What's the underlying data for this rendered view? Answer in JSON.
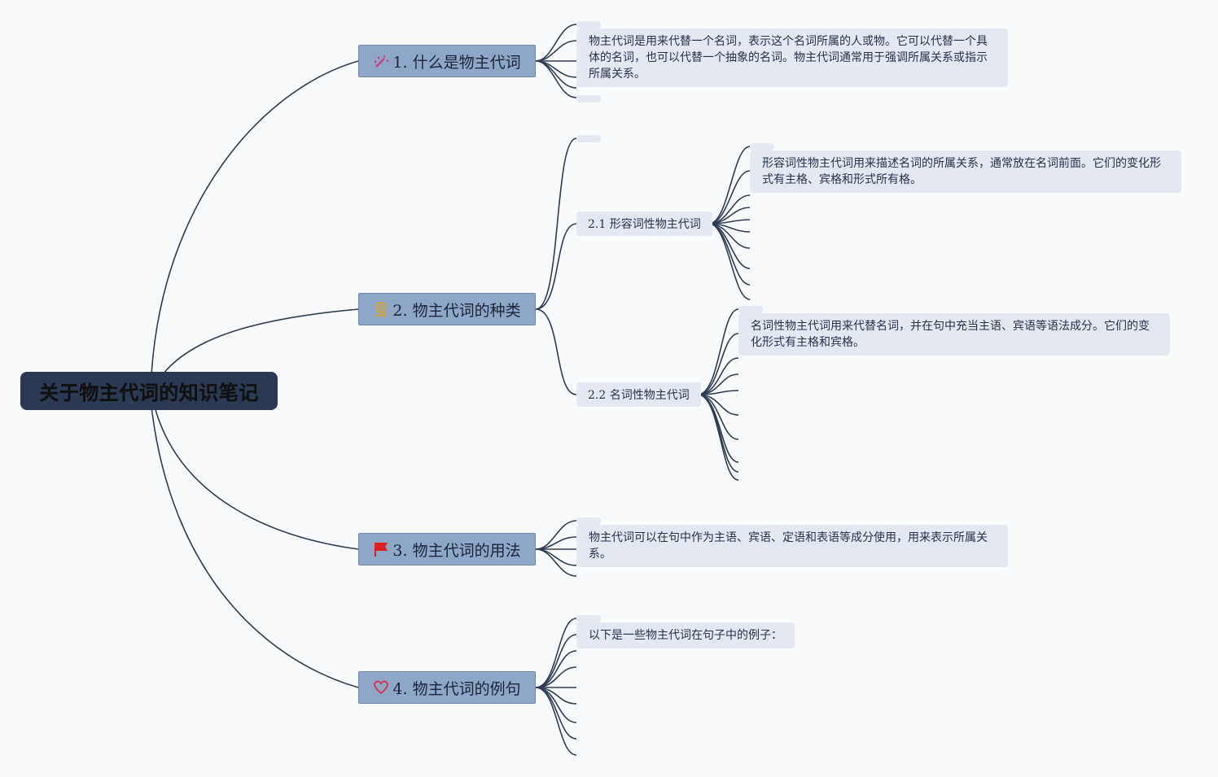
{
  "root": {
    "title": "关于物主代词的知识笔记"
  },
  "branches": [
    {
      "label": "1. 什么是物主代词",
      "icon": "magic-wand-icon"
    },
    {
      "label": "2. 物主代词的种类",
      "icon": "award-ribbon-icon"
    },
    {
      "label": "3. 物主代词的用法",
      "icon": "red-flag-icon"
    },
    {
      "label": "4. 物主代词的例句",
      "icon": "heart-icon"
    }
  ],
  "subtopics": [
    {
      "label": "2.1 形容词性物主代词"
    },
    {
      "label": "2.2 名词性物主代词"
    }
  ],
  "notes": {
    "definition": "物主代词是用来代替一个名词，表示这个名词所属的人或物。它可以代替一个具体的名词，也可以代替一个抽象的名词。物主代词通常用于强调所属关系或指示所属关系。",
    "adjectival": "形容词性物主代词用来描述名词的所属关系，通常放在名词前面。它们的变化形式有主格、宾格和形式所有格。",
    "nominal": "名词性物主代词用来代替名词，并在句中充当主语、宾语等语法成分。它们的变化形式有主格和宾格。",
    "usage": "物主代词可以在句中作为主语、宾语、定语和表语等成分使用，用来表示所属关系。",
    "examples": "以下是一些物主代词在句子中的例子："
  },
  "colors": {
    "root_bg": "#2b3a52",
    "branch_bg": "#8ea6c8",
    "leaf_bg": "#e4e9f1",
    "connector": "#2f3d52",
    "flag": "#e02020",
    "heart": "#d8334a",
    "award": "#d4a72c",
    "wand": "#d8336a"
  }
}
